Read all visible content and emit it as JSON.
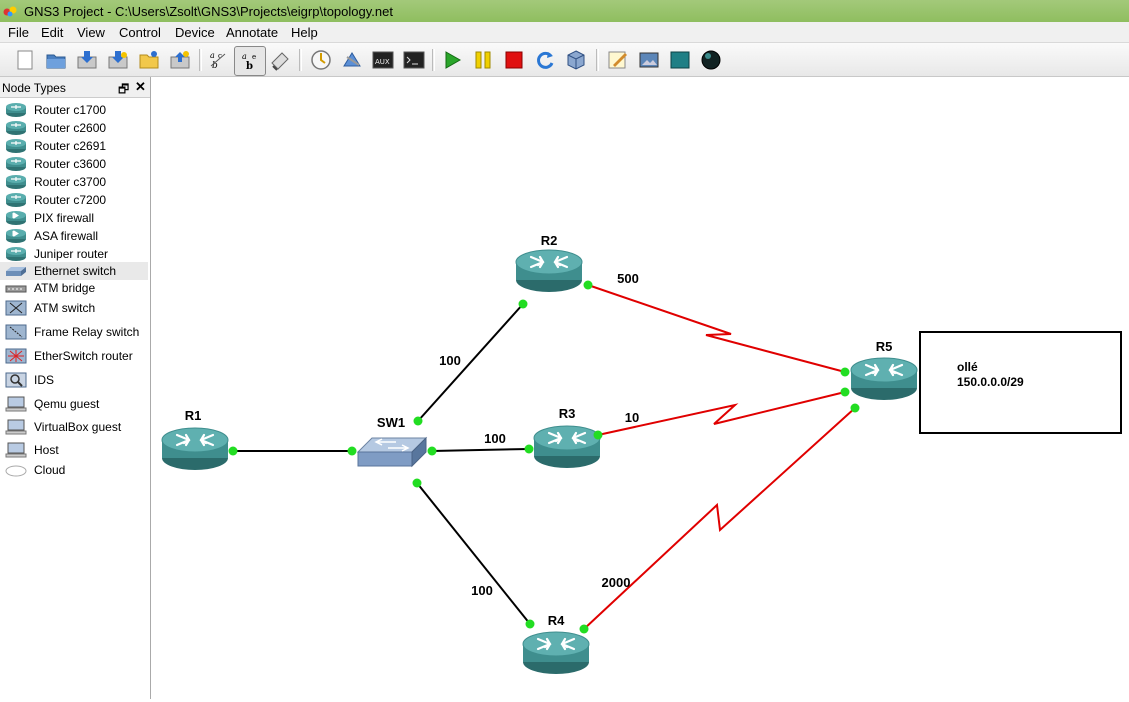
{
  "window": {
    "title": "GNS3 Project - C:\\Users\\Zsolt\\GNS3\\Projects\\eigrp\\topology.net"
  },
  "menu": [
    "File",
    "Edit",
    "View",
    "Control",
    "Device",
    "Annotate",
    "Help"
  ],
  "toolbar": {
    "buttons": [
      "new-project-icon",
      "open-project-icon",
      "save-project-icon",
      "save-as-icon",
      "open-folder-icon",
      "import-icon",
      "show-interface-labels-icon",
      "show-hostnames-icon",
      "add-link-icon",
      "console-icon",
      "console-aux-icon",
      "aux-icon",
      "terminal-icon",
      "start-icon",
      "pause-icon",
      "stop-icon",
      "reload-icon",
      "virtualbox-icon",
      "add-note-icon",
      "insert-picture-icon",
      "draw-rectangle-icon",
      "draw-ellipse-icon"
    ],
    "aux_text": "AUX"
  },
  "panel": {
    "title": "Node Types",
    "items": [
      {
        "label": "Router c1700",
        "icon": "router-icon"
      },
      {
        "label": "Router c2600",
        "icon": "router-icon"
      },
      {
        "label": "Router c2691",
        "icon": "router-icon"
      },
      {
        "label": "Router c3600",
        "icon": "router-icon"
      },
      {
        "label": "Router c3700",
        "icon": "router-icon"
      },
      {
        "label": "Router c7200",
        "icon": "router-icon"
      },
      {
        "label": "PIX firewall",
        "icon": "firewall-icon"
      },
      {
        "label": "ASA firewall",
        "icon": "firewall-icon"
      },
      {
        "label": "Juniper router",
        "icon": "router-icon"
      },
      {
        "label": "Ethernet switch",
        "icon": "switch-icon",
        "selected": true
      },
      {
        "label": "ATM bridge",
        "icon": "atm-bridge-icon"
      },
      {
        "label": "ATM switch",
        "icon": "atm-switch-icon"
      },
      {
        "label": "Frame Relay switch",
        "icon": "frame-relay-icon"
      },
      {
        "label": "EtherSwitch router",
        "icon": "etherswitch-icon"
      },
      {
        "label": "IDS",
        "icon": "ids-icon"
      },
      {
        "label": "Qemu guest",
        "icon": "computer-icon"
      },
      {
        "label": "VirtualBox guest",
        "icon": "computer-icon"
      },
      {
        "label": "Host",
        "icon": "computer-icon"
      },
      {
        "label": "Cloud",
        "icon": "cloud-icon"
      }
    ]
  },
  "topology": {
    "nodes": [
      {
        "id": "R1",
        "label": "R1",
        "type": "router"
      },
      {
        "id": "SW1",
        "label": "SW1",
        "type": "switch"
      },
      {
        "id": "R2",
        "label": "R2",
        "type": "router"
      },
      {
        "id": "R3",
        "label": "R3",
        "type": "router"
      },
      {
        "id": "R4",
        "label": "R4",
        "type": "router"
      },
      {
        "id": "R5",
        "label": "R5",
        "type": "router"
      }
    ],
    "links": [
      {
        "from": "R1",
        "to": "SW1",
        "type": "ethernet",
        "label": ""
      },
      {
        "from": "SW1",
        "to": "R2",
        "type": "ethernet",
        "label": "100"
      },
      {
        "from": "SW1",
        "to": "R3",
        "type": "ethernet",
        "label": "100"
      },
      {
        "from": "SW1",
        "to": "R4",
        "type": "ethernet",
        "label": "100"
      },
      {
        "from": "R2",
        "to": "R5",
        "type": "serial",
        "label": "500"
      },
      {
        "from": "R3",
        "to": "R5",
        "type": "serial",
        "label": "10"
      },
      {
        "from": "R4",
        "to": "R5",
        "type": "serial",
        "label": "2000"
      }
    ],
    "note": {
      "lines": [
        "ollé",
        "150.0.0.0/29"
      ]
    }
  },
  "colors": {
    "router": "#3f8e8e",
    "serial_link": "#e00000",
    "ethernet_link": "#000000",
    "port_dot": "#22dd22",
    "titlebar": "#9bc56f"
  }
}
